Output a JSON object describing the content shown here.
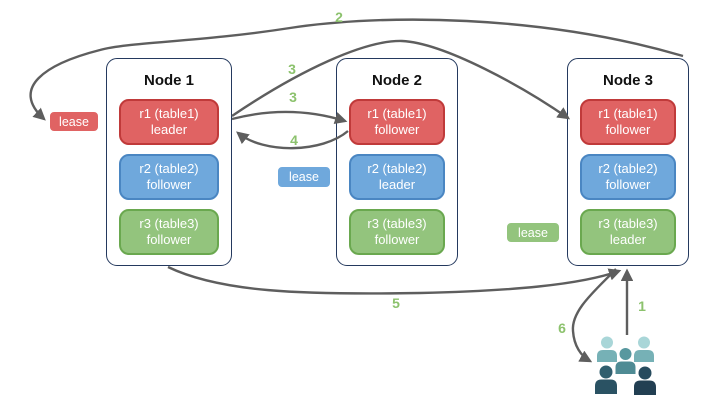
{
  "diagram": {
    "nodes": [
      {
        "title": "Node 1",
        "replicas": [
          {
            "range": "r1 (table1)",
            "role": "leader",
            "color": "red"
          },
          {
            "range": "r2 (table2)",
            "role": "follower",
            "color": "blue"
          },
          {
            "range": "r3 (table3)",
            "role": "follower",
            "color": "green"
          }
        ]
      },
      {
        "title": "Node 2",
        "replicas": [
          {
            "range": "r1 (table1)",
            "role": "follower",
            "color": "red"
          },
          {
            "range": "r2 (table2)",
            "role": "leader",
            "color": "blue"
          },
          {
            "range": "r3 (table3)",
            "role": "follower",
            "color": "green"
          }
        ]
      },
      {
        "title": "Node 3",
        "replicas": [
          {
            "range": "r1 (table1)",
            "role": "follower",
            "color": "red"
          },
          {
            "range": "r2 (table2)",
            "role": "follower",
            "color": "blue"
          },
          {
            "range": "r3 (table3)",
            "role": "leader",
            "color": "green"
          }
        ]
      }
    ],
    "leases": [
      {
        "label": "lease",
        "color": "red"
      },
      {
        "label": "lease",
        "color": "blue"
      },
      {
        "label": "lease",
        "color": "green"
      }
    ],
    "arrow_labels": {
      "step1": "1",
      "step2": "2",
      "step3a": "3",
      "step3b": "3",
      "step4": "4",
      "step5": "5",
      "step6": "6"
    },
    "clients_icon": "users-icon"
  },
  "colors": {
    "arrow": "#5e5e5e",
    "step_label": "#8cc26d",
    "node_border": "#24395e",
    "red_fill": "#e06363",
    "red_border": "#c03a3a",
    "blue_fill": "#6fa8dc",
    "blue_border": "#4a86c2",
    "green_fill": "#93c47d",
    "green_border": "#6aa84f",
    "clients_light": "#a9d6d8",
    "clients_mid": "#58989f",
    "clients_dark": "#2d5c6d"
  }
}
